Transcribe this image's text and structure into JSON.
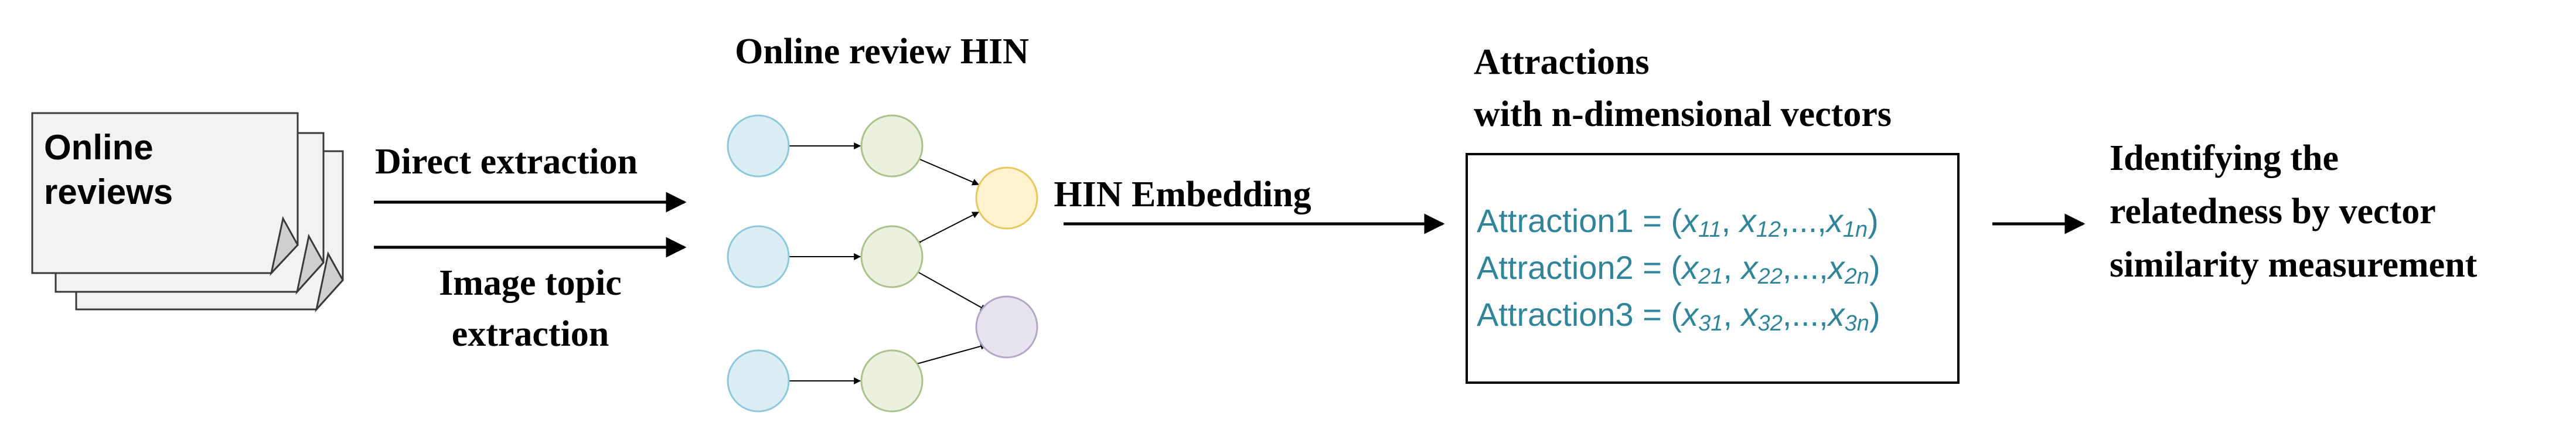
{
  "documents": {
    "label_line1": "Online",
    "label_line2": "reviews"
  },
  "extraction": {
    "top_label": "Direct extraction",
    "bottom_label_line1": "Image topic",
    "bottom_label_line2": "extraction"
  },
  "hin": {
    "title": "Online review HIN"
  },
  "embedding": {
    "label": "HIN Embedding"
  },
  "attractions": {
    "title_line1": "Attractions",
    "title_line2": "with n-dimensional vectors",
    "rows": [
      {
        "name": "Attraction1",
        "eq": " = (",
        "v1": "x",
        "s1": "11",
        "v2": "x",
        "s2": "12",
        "dots": ",...,",
        "v3": "x",
        "s3": "1n",
        "close": ")"
      },
      {
        "name": "Attraction2",
        "eq": " = (",
        "v1": "x",
        "s1": "21",
        "v2": "x",
        "s2": "22",
        "dots": ",...,",
        "v3": "x",
        "s3": "2n",
        "close": ")"
      },
      {
        "name": "Attraction3",
        "eq": " = (",
        "v1": "x",
        "s1": "31",
        "v2": "x",
        "s2": "32",
        "dots": ",...,",
        "v3": "x",
        "s3": "3n",
        "close": ")"
      }
    ]
  },
  "result": {
    "line1": "Identifying the",
    "line2": "relatedness by vector",
    "line3": "similarity measurement"
  },
  "colors": {
    "node_blue": "#dbeef4",
    "node_blue_stroke": "#8ec8dc",
    "node_green": "#ebf1de",
    "node_green_stroke": "#a9c38a",
    "node_yellow": "#fff2cc",
    "node_yellow_stroke": "#e6c85e",
    "node_purple": "#e8e4ef",
    "node_purple_stroke": "#b3a7c9",
    "vector_text": "#31859b"
  }
}
